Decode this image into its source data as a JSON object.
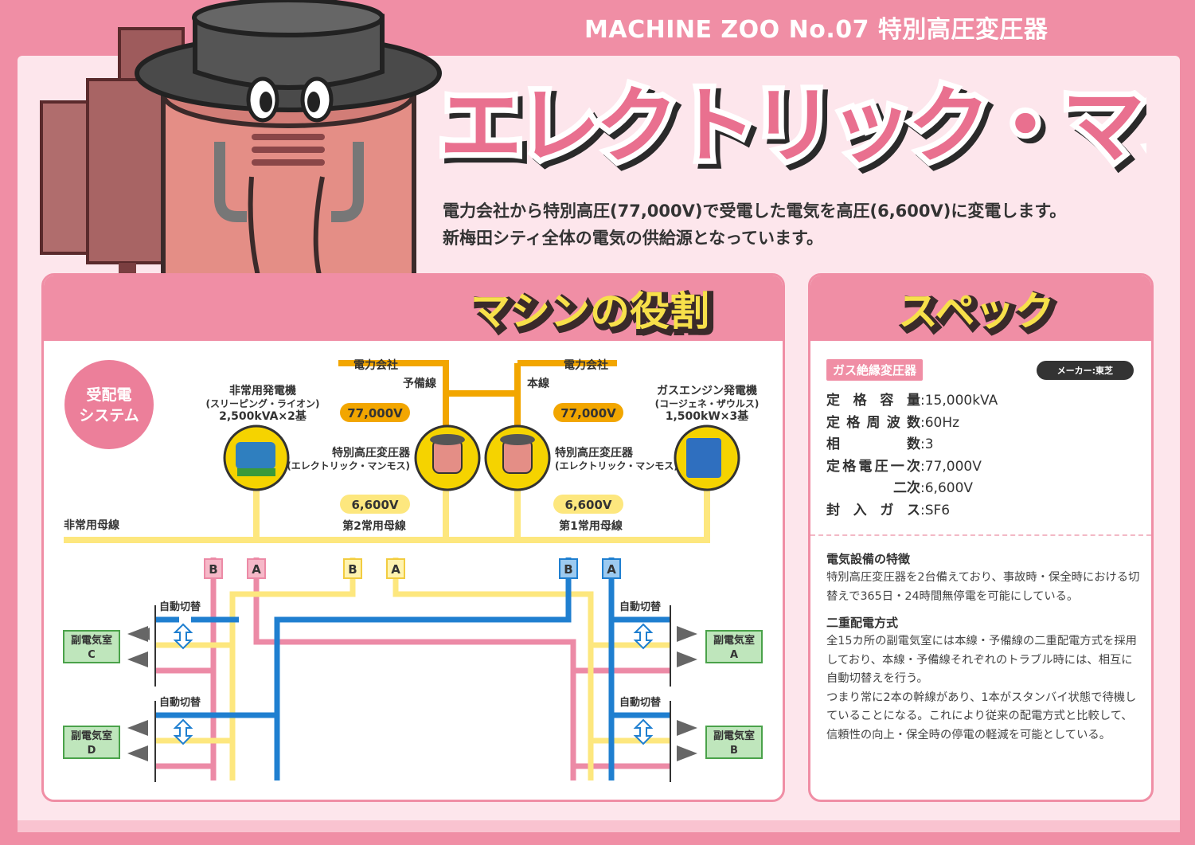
{
  "header": {
    "text": "MACHINE ZOO No.07 特別高圧変圧器"
  },
  "title": "エレクトリック・マンモス",
  "intro": {
    "line1": "電力会社から特別高圧(77,000V)で受電した電気を高圧(6,600V)に変電します。",
    "line2": "新梅田シティ全体の電気の供給源となっています。"
  },
  "role": {
    "title": "マシンの役割",
    "badge_line1": "受配電",
    "badge_line2": "システム",
    "emergency_gen": {
      "line1": "非常用発電機",
      "line2": "(スリーピング・ライオン)",
      "line3": "2,500kVA×2基"
    },
    "gas_gen": {
      "line1": "ガスエンジン発電機",
      "line2": "(コージェネ・ザウルス)",
      "line3": "1,500kW×3基"
    },
    "utility_left": "電力会社",
    "utility_right": "電力会社",
    "reserve_line": "予備線",
    "main_line": "本線",
    "voltage_high_left": "77,000V",
    "voltage_high_right": "77,000V",
    "voltage_low_left": "6,600V",
    "voltage_low_right": "6,600V",
    "transformer_left": {
      "line1": "特別高圧変圧器",
      "line2": "(エレクトリック・マンモス)"
    },
    "transformer_right": {
      "line1": "特別高圧変圧器",
      "line2": "(エレクトリック・マンモス)"
    },
    "bus_emergency": "非常用母線",
    "bus_2": "第2常用母線",
    "bus_1": "第1常用母線",
    "switch_labels": [
      "B",
      "A",
      "B",
      "A",
      "B",
      "A"
    ],
    "auto_switch": "自動切替",
    "sub_rooms": [
      {
        "line1": "副電気室",
        "line2": "C"
      },
      {
        "line1": "副電気室",
        "line2": "D"
      },
      {
        "line1": "副電気室",
        "line2": "A"
      },
      {
        "line1": "副電気室",
        "line2": "B"
      }
    ]
  },
  "spec": {
    "title": "スペック",
    "type": "ガス絶縁変圧器",
    "maker": "メーカー:東芝",
    "rows": [
      {
        "key": "定格容量",
        "value": ":15,000kVA"
      },
      {
        "key": "定格周波数",
        "value": ":60Hz"
      },
      {
        "key": "相数",
        "value": ":3"
      },
      {
        "key": "定格電圧一次",
        "value": ":77,000V"
      },
      {
        "key": "二次",
        "value": ":6,600V"
      },
      {
        "key": "封入ガス",
        "value": ":SF6"
      }
    ],
    "feature1_title": "電気設備の特徴",
    "feature1_text": "特別高圧変圧器を2台備えており、事故時・保全時における切替えで365日・24時間無停電を可能にしている。",
    "feature2_title": "二重配電方式",
    "feature2_text1": "全15カ所の副電気室には本線・予備線の二重配電方式を採用しており、本線・予備線それぞれのトラブル時には、相互に自動切替えを行う。",
    "feature2_text2": "つまり常に2本の幹線があり、1本がスタンバイ状態で待機していることになる。これにより従来の配電方式と比較して、信頼性の向上・保全時の停電の軽減を可能としている。"
  }
}
